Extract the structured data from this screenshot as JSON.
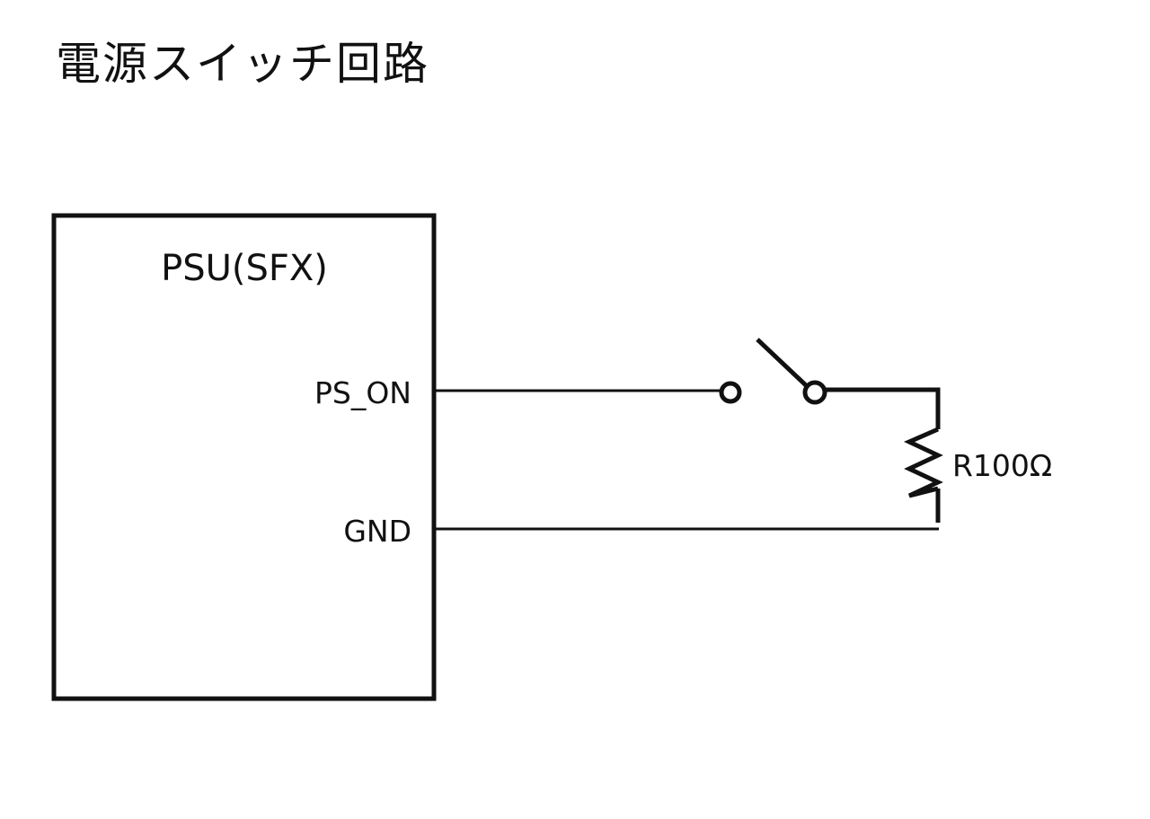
{
  "title": "電源スイッチ回路",
  "psu": {
    "label": "PSU(SFX)",
    "pins": {
      "ps_on": "PS_ON",
      "gnd": "GND"
    }
  },
  "resistor": {
    "label": "R100Ω",
    "value_ohms": 100
  },
  "switch": {
    "state": "open"
  },
  "colors": {
    "line": "#111111",
    "background": "#ffffff"
  }
}
